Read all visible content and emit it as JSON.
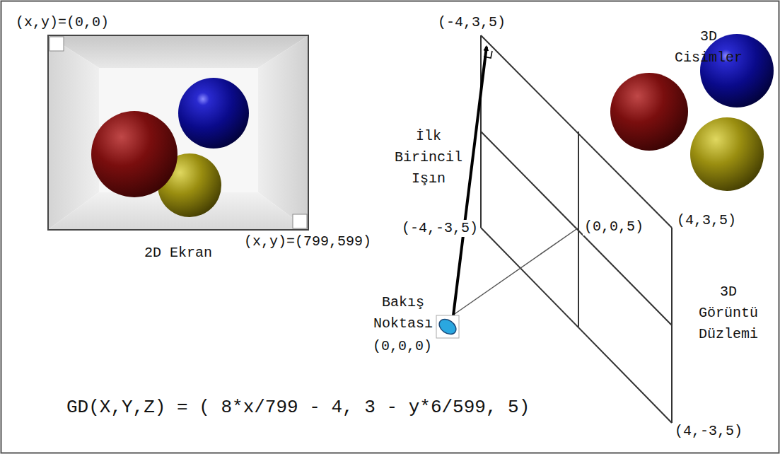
{
  "diagram": {
    "labels": [
      "(x,y)=(0,0)",
      "(x,y)=(799,599)",
      "2D Ekran",
      "(-4,3,5)",
      "İlk Birincil Işın",
      "(-4,-3,5)",
      "(0,0,5)",
      "(4,3,5)",
      "Bakış Noktası",
      "(0,0,0)",
      "3D Cisimler",
      "3D Görüntü Düzlemi",
      "(4,-3,5)",
      "GD(X,Y,Z) = ( 8*x/799 - 4, 3 - y*6/599, 5)"
    ]
  }
}
